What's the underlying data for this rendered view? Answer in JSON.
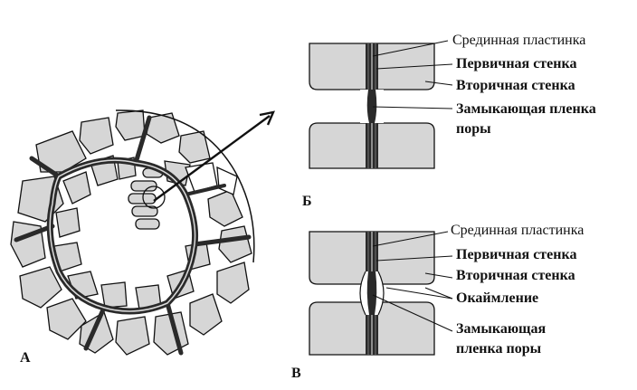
{
  "panels": {
    "a": {
      "letter": "А"
    },
    "b": {
      "letter": "Б"
    },
    "v": {
      "letter": "В"
    }
  },
  "labels": {
    "b": {
      "middle_lamella": "Срединная пластинка",
      "primary_wall": "Первичная стенка",
      "secondary_wall": "Вторичная стенка",
      "pit_membrane_line1": "Замыкающая пленка",
      "pit_membrane_line2": "поры"
    },
    "v": {
      "middle_lamella": "Срединная пластинка",
      "primary_wall": "Первичная стенка",
      "secondary_wall": "Вторичная стенка",
      "border": "Окаймление",
      "pit_membrane_line1": "Замыкающая",
      "pit_membrane_line2": "пленка поры"
    }
  },
  "colors": {
    "cell_fill": "#d6d6d6",
    "wall_dark": "#2a2a2a",
    "outline": "#111111"
  }
}
